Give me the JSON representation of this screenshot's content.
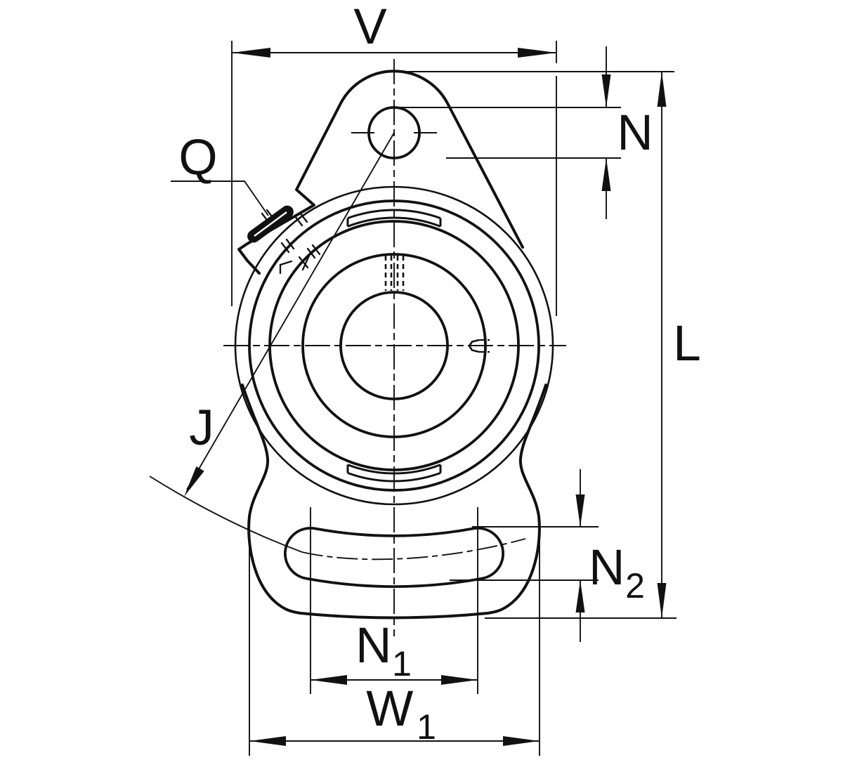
{
  "drawing": {
    "title": "Flanged bearing housing unit - front view technical drawing",
    "background_color": "#ffffff",
    "line_color": "#111111",
    "labels": {
      "v": "V",
      "n": "N",
      "q": "Q",
      "j": "J",
      "l": "L",
      "n1": {
        "main": "N",
        "sub": "1"
      },
      "n2": {
        "main": "N",
        "sub": "2"
      },
      "w1": {
        "main": "W",
        "sub": "1"
      }
    }
  }
}
